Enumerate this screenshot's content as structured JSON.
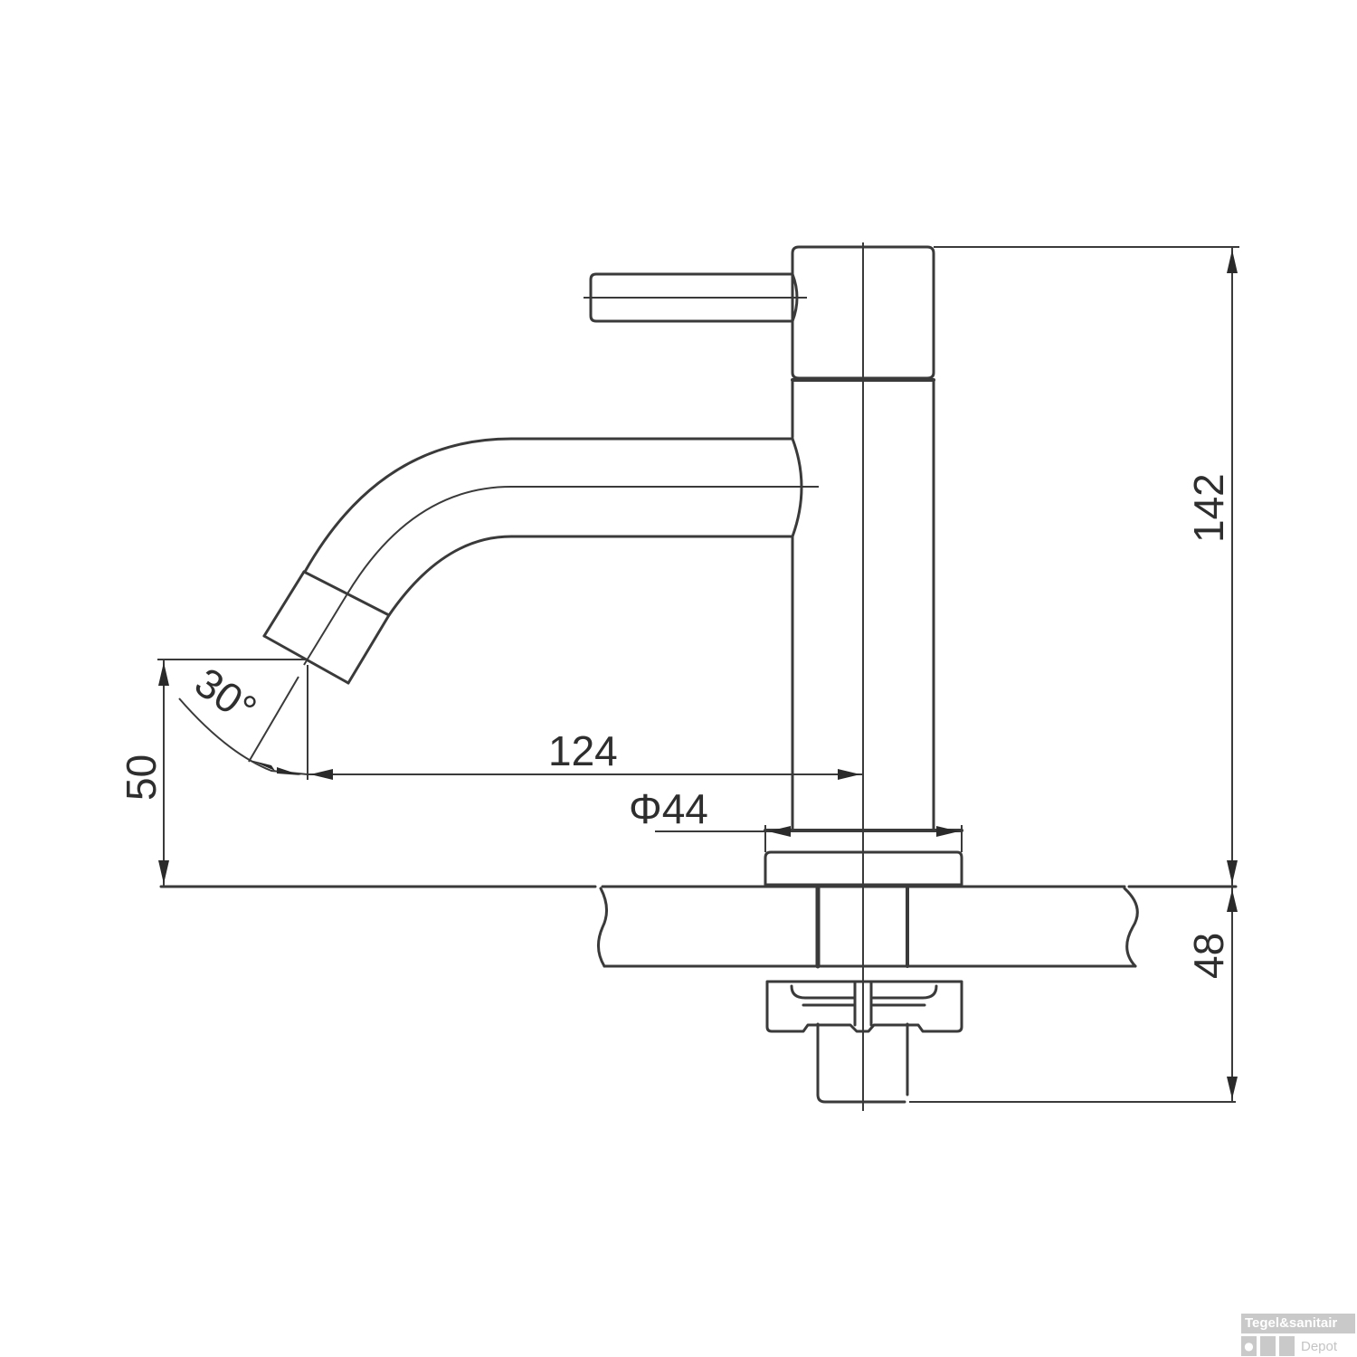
{
  "drawing": {
    "subject": "single lever basin tap, side elevation technical drawing",
    "dimensions": {
      "total_height": "142",
      "spout_reach": "124",
      "base_diameter": "Φ44",
      "spout_outlet_height": "50",
      "shank_length": "48",
      "spout_angle": "30°"
    },
    "line_color": "#3a3a3a",
    "background": "#ffffff"
  },
  "watermark": {
    "line1": "Tegel&sanitair",
    "line2": "Depot",
    "icon": "water-drop-icon",
    "color": "#c9c9c9"
  }
}
